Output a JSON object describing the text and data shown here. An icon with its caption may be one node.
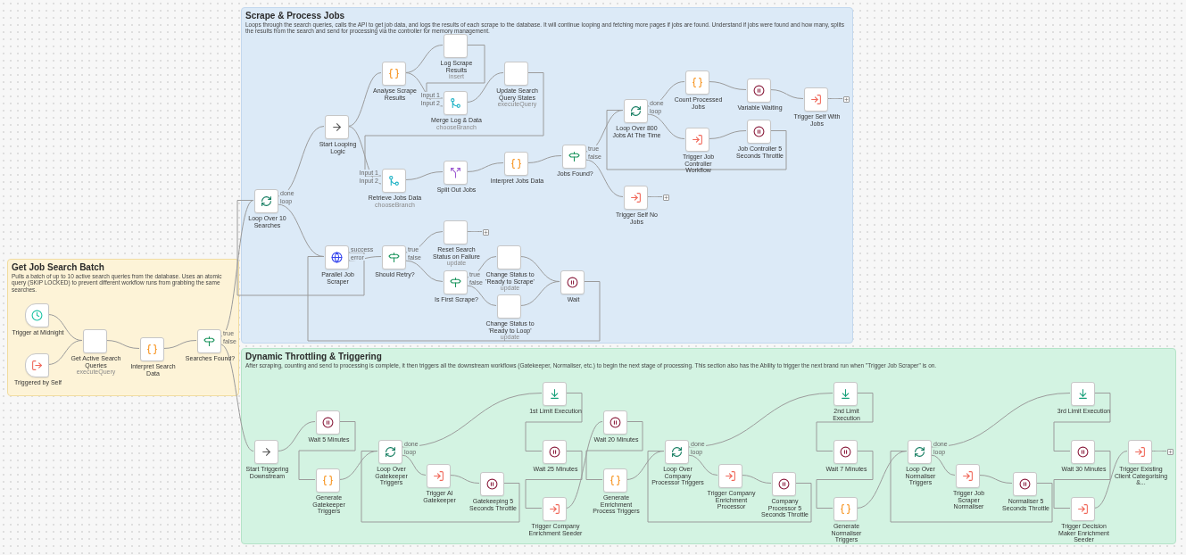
{
  "diagram": {
    "nodes": [
      {
        "text": [
          "Get Job Search Batch",
          "Pulls a batch of up to 10 active search queries from the database. Uses an atomic query (SKIP LOCKED) to prevent different workflow runs from grabbing the same searches."
        ]
      },
      {
        "text": [
          "Trigger at Midnight"
        ],
        "in": 0
      },
      {
        "text": [
          "Triggered by Self"
        ],
        "in": 0
      },
      {
        "text": [
          "Get Active Search Queries",
          "executeQuery"
        ],
        "in": 0
      },
      {
        "text": [
          "Interpret Search Data"
        ],
        "in": 0
      },
      {
        "text": [
          "Searches Found?"
        ],
        "in": 0
      },
      {
        "text": [
          "Scrape & Process Jobs",
          "Loops through the search queries, calls the API to get job data, and logs the results of each scrape to the database. It will continue looping and fetching more pages if jobs are found. Understand if jobs were found and how many, splits the results from the search and send for processing via the controller for memory management."
        ]
      },
      {
        "text": [
          "Loop Over 10 Searches"
        ],
        "in": 6
      },
      {
        "text": [
          "Start Looping Logic"
        ],
        "in": 6
      },
      {
        "text": [
          "Analyse Scrape Results"
        ],
        "in": 6
      },
      {
        "text": [
          "Log Scrape Results",
          "insert"
        ],
        "in": 6
      },
      {
        "text": [
          "Merge Log & Data",
          "chooseBranch"
        ],
        "in": 6
      },
      {
        "text": [
          "Update Search Query States",
          "executeQuery"
        ],
        "in": 6
      },
      {
        "text": [
          "Retrieve Jobs Data",
          "chooseBranch"
        ],
        "in": 6
      },
      {
        "text": [
          "Split Out Jobs"
        ],
        "in": 6
      },
      {
        "text": [
          "Interpret Jobs Data"
        ],
        "in": 6
      },
      {
        "text": [
          "Jobs Found?"
        ],
        "in": 6
      },
      {
        "text": [
          "Loop Over 800 Jobs At The Time"
        ],
        "in": 6
      },
      {
        "text": [
          "Count Processed Jobs"
        ],
        "in": 6
      },
      {
        "text": [
          "Variable Waiting"
        ],
        "in": 6
      },
      {
        "text": [
          "Trigger Self With Jobs"
        ],
        "in": 6
      },
      {
        "text": [],
        "shape": "box",
        "in": 6
      },
      {
        "text": [
          "Trigger Job Controller Workflow"
        ],
        "in": 6
      },
      {
        "text": [
          "Job Controller 5 Seconds Throttle"
        ],
        "in": 6
      },
      {
        "text": [
          "Trigger Self No Jobs"
        ],
        "in": 6
      },
      {
        "text": [],
        "shape": "box",
        "in": 6
      },
      {
        "text": [
          "Parallel Job Scraper"
        ],
        "in": 6
      },
      {
        "text": [
          "Should Retry?"
        ],
        "in": 6
      },
      {
        "text": [
          "Reset Search Status on Failure",
          "update"
        ],
        "in": 6
      },
      {
        "text": [],
        "shape": "box",
        "in": 6
      },
      {
        "text": [
          "Is First Scrape?"
        ],
        "in": 6
      },
      {
        "text": [
          "Change Status to 'Ready to Scrape'",
          "update"
        ],
        "in": 6
      },
      {
        "text": [
          "Change Status to 'Ready to Loop'",
          "update"
        ],
        "in": 6
      },
      {
        "text": [
          "Wait"
        ],
        "in": 6
      },
      {
        "text": [
          "Dynamic Throttling & Triggering",
          "After scraping, counting and send to processing is complete, it then triggers all the downstream workflows (Gatekeeper, Normaliser, etc.) to begin the next stage of processing. This section also has the Ability to trigger the next brand run when \"Trigger Job Scraper\" is on."
        ]
      },
      {
        "text": [
          "Start Triggering Downstream"
        ],
        "in": 34
      },
      {
        "text": [
          "Wait 5 Minutes"
        ],
        "in": 34
      },
      {
        "text": [
          "Generate Gatekeeper Triggers"
        ],
        "in": 34
      },
      {
        "text": [
          "Loop Over Gatekeeper Triggers"
        ],
        "in": 34
      },
      {
        "text": [
          "Trigger AI Gatekeeper"
        ],
        "in": 34
      },
      {
        "text": [
          "Gatekeeping 5 Seconds Throttle"
        ],
        "in": 34
      },
      {
        "text": [
          "1st Limit Execution"
        ],
        "in": 34
      },
      {
        "text": [
          "Wait 25 Minutes"
        ],
        "in": 34
      },
      {
        "text": [
          "Trigger Company Enrichment Seeder"
        ],
        "in": 34
      },
      {
        "text": [
          "Wait 20 Minutes"
        ],
        "in": 34
      },
      {
        "text": [
          "Generate Enrichment Process Triggers"
        ],
        "in": 34
      },
      {
        "text": [
          "Loop Over Company Processor Triggers"
        ],
        "in": 34
      },
      {
        "text": [
          "Trigger Company Enrichment Processor"
        ],
        "in": 34
      },
      {
        "text": [
          "Company Processor 5 Seconds Throttle"
        ],
        "in": 34
      },
      {
        "text": [
          "2nd Limit Execution"
        ],
        "in": 34
      },
      {
        "text": [
          "Wait 7 Minutes"
        ],
        "in": 34
      },
      {
        "text": [
          "Generate Normaliser Triggers"
        ],
        "in": 34
      },
      {
        "text": [
          "Loop Over Normaliser Triggers"
        ],
        "in": 34
      },
      {
        "text": [
          "Trigger Job Scraper Normaliser"
        ],
        "in": 34
      },
      {
        "text": [
          "Normaliser 5 Seconds Throttle"
        ],
        "in": 34
      },
      {
        "text": [
          "3rd Limit Execution"
        ],
        "in": 34
      },
      {
        "text": [
          "Wait 30 Minutes"
        ],
        "in": 34
      },
      {
        "text": [
          "Trigger Decision Maker Enrichment Seeder"
        ],
        "in": 34
      },
      {
        "text": [
          "Trigger Existing Client Categorising &..."
        ],
        "in": 34
      },
      {
        "text": [],
        "shape": "box",
        "in": 34
      }
    ],
    "edges": [
      {
        "from": 1,
        "to": 3,
        "arrow": "none"
      },
      {
        "from": 2,
        "to": 3,
        "arrow": "none"
      },
      {
        "from": 3,
        "to": 4,
        "arrow": "none"
      },
      {
        "from": 4,
        "to": 5,
        "arrow": "none"
      },
      {
        "from": 5,
        "to": 7,
        "arrow": "none",
        "label": "true"
      },
      {
        "from": 5,
        "to": 35,
        "arrow": "none",
        "label": "false"
      },
      {
        "from": 7,
        "to": 8,
        "arrow": "none",
        "label": "done"
      },
      {
        "from": 7,
        "to": 26,
        "arrow": "none",
        "label": "loop"
      },
      {
        "from": 8,
        "to": 9,
        "arrow": "none"
      },
      {
        "from": 8,
        "to": 13,
        "arrow": "none",
        "label": "Input 2"
      },
      {
        "from": 9,
        "to": 10,
        "arrow": "none"
      },
      {
        "from": 9,
        "to": 11,
        "arrow": "none",
        "label": "Input 2"
      },
      {
        "from": 10,
        "to": 11,
        "arrow": "none",
        "label": "Input 1"
      },
      {
        "from": 11,
        "to": 12,
        "arrow": "none"
      },
      {
        "from": 12,
        "to": 13,
        "arrow": "none",
        "label": "Input 1"
      },
      {
        "from": 13,
        "to": 14,
        "arrow": "none"
      },
      {
        "from": 14,
        "to": 15,
        "arrow": "none"
      },
      {
        "from": 15,
        "to": 16,
        "arrow": "none"
      },
      {
        "from": 16,
        "to": 17,
        "arrow": "none",
        "label": "true"
      },
      {
        "from": 16,
        "to": 24,
        "arrow": "none",
        "label": "false"
      },
      {
        "from": 17,
        "to": 18,
        "arrow": "none",
        "label": "done"
      },
      {
        "from": 17,
        "to": 22,
        "arrow": "none",
        "label": "loop"
      },
      {
        "from": 18,
        "to": 19,
        "arrow": "none"
      },
      {
        "from": 19,
        "to": 20,
        "arrow": "none"
      },
      {
        "from": 20,
        "to": 21,
        "arrow": "none"
      },
      {
        "from": 22,
        "to": 23,
        "arrow": "none"
      },
      {
        "from": 23,
        "to": 17,
        "arrow": "none"
      },
      {
        "from": 24,
        "to": 25,
        "arrow": "none"
      },
      {
        "from": 26,
        "to": 7,
        "arrow": "none",
        "label": "success"
      },
      {
        "from": 26,
        "to": 27,
        "arrow": "none",
        "label": "error"
      },
      {
        "from": 27,
        "to": 28,
        "arrow": "none",
        "label": "true"
      },
      {
        "from": 27,
        "to": 30,
        "arrow": "none",
        "label": "false"
      },
      {
        "from": 28,
        "to": 29,
        "arrow": "none"
      },
      {
        "from": 30,
        "to": 31,
        "arrow": "none",
        "label": "true"
      },
      {
        "from": 30,
        "to": 32,
        "arrow": "none",
        "label": "false"
      },
      {
        "from": 31,
        "to": 33,
        "arrow": "none"
      },
      {
        "from": 32,
        "to": 33,
        "arrow": "none"
      },
      {
        "from": 33,
        "to": 26,
        "arrow": "none"
      },
      {
        "from": 35,
        "to": 36,
        "arrow": "none"
      },
      {
        "from": 36,
        "to": 37,
        "arrow": "none"
      },
      {
        "from": 37,
        "to": 38,
        "arrow": "none"
      },
      {
        "from": 38,
        "to": 41,
        "arrow": "none",
        "label": "done"
      },
      {
        "from": 38,
        "to": 39,
        "arrow": "none",
        "label": "loop"
      },
      {
        "from": 39,
        "to": 40,
        "arrow": "none"
      },
      {
        "from": 40,
        "to": 38,
        "arrow": "none"
      },
      {
        "from": 41,
        "to": 42,
        "arrow": "none"
      },
      {
        "from": 42,
        "to": 43,
        "arrow": "none"
      },
      {
        "from": 43,
        "to": 44,
        "arrow": "none"
      },
      {
        "from": 44,
        "to": 45,
        "arrow": "none"
      },
      {
        "from": 45,
        "to": 46,
        "arrow": "none"
      },
      {
        "from": 46,
        "to": 49,
        "arrow": "none",
        "label": "done"
      },
      {
        "from": 46,
        "to": 47,
        "arrow": "none",
        "label": "loop"
      },
      {
        "from": 47,
        "to": 48,
        "arrow": "none"
      },
      {
        "from": 48,
        "to": 46,
        "arrow": "none"
      },
      {
        "from": 49,
        "to": 50,
        "arrow": "none"
      },
      {
        "from": 50,
        "to": 51,
        "arrow": "none"
      },
      {
        "from": 51,
        "to": 52,
        "arrow": "none"
      },
      {
        "from": 52,
        "to": 55,
        "arrow": "none",
        "label": "done"
      },
      {
        "from": 52,
        "to": 53,
        "arrow": "none",
        "label": "loop"
      },
      {
        "from": 53,
        "to": 54,
        "arrow": "none"
      },
      {
        "from": 54,
        "to": 52,
        "arrow": "none"
      },
      {
        "from": 55,
        "to": 56,
        "arrow": "none"
      },
      {
        "from": 56,
        "to": 57,
        "arrow": "none"
      },
      {
        "from": 57,
        "to": 58,
        "arrow": "none"
      },
      {
        "from": 58,
        "to": 59,
        "arrow": "none"
      }
    ]
  }
}
